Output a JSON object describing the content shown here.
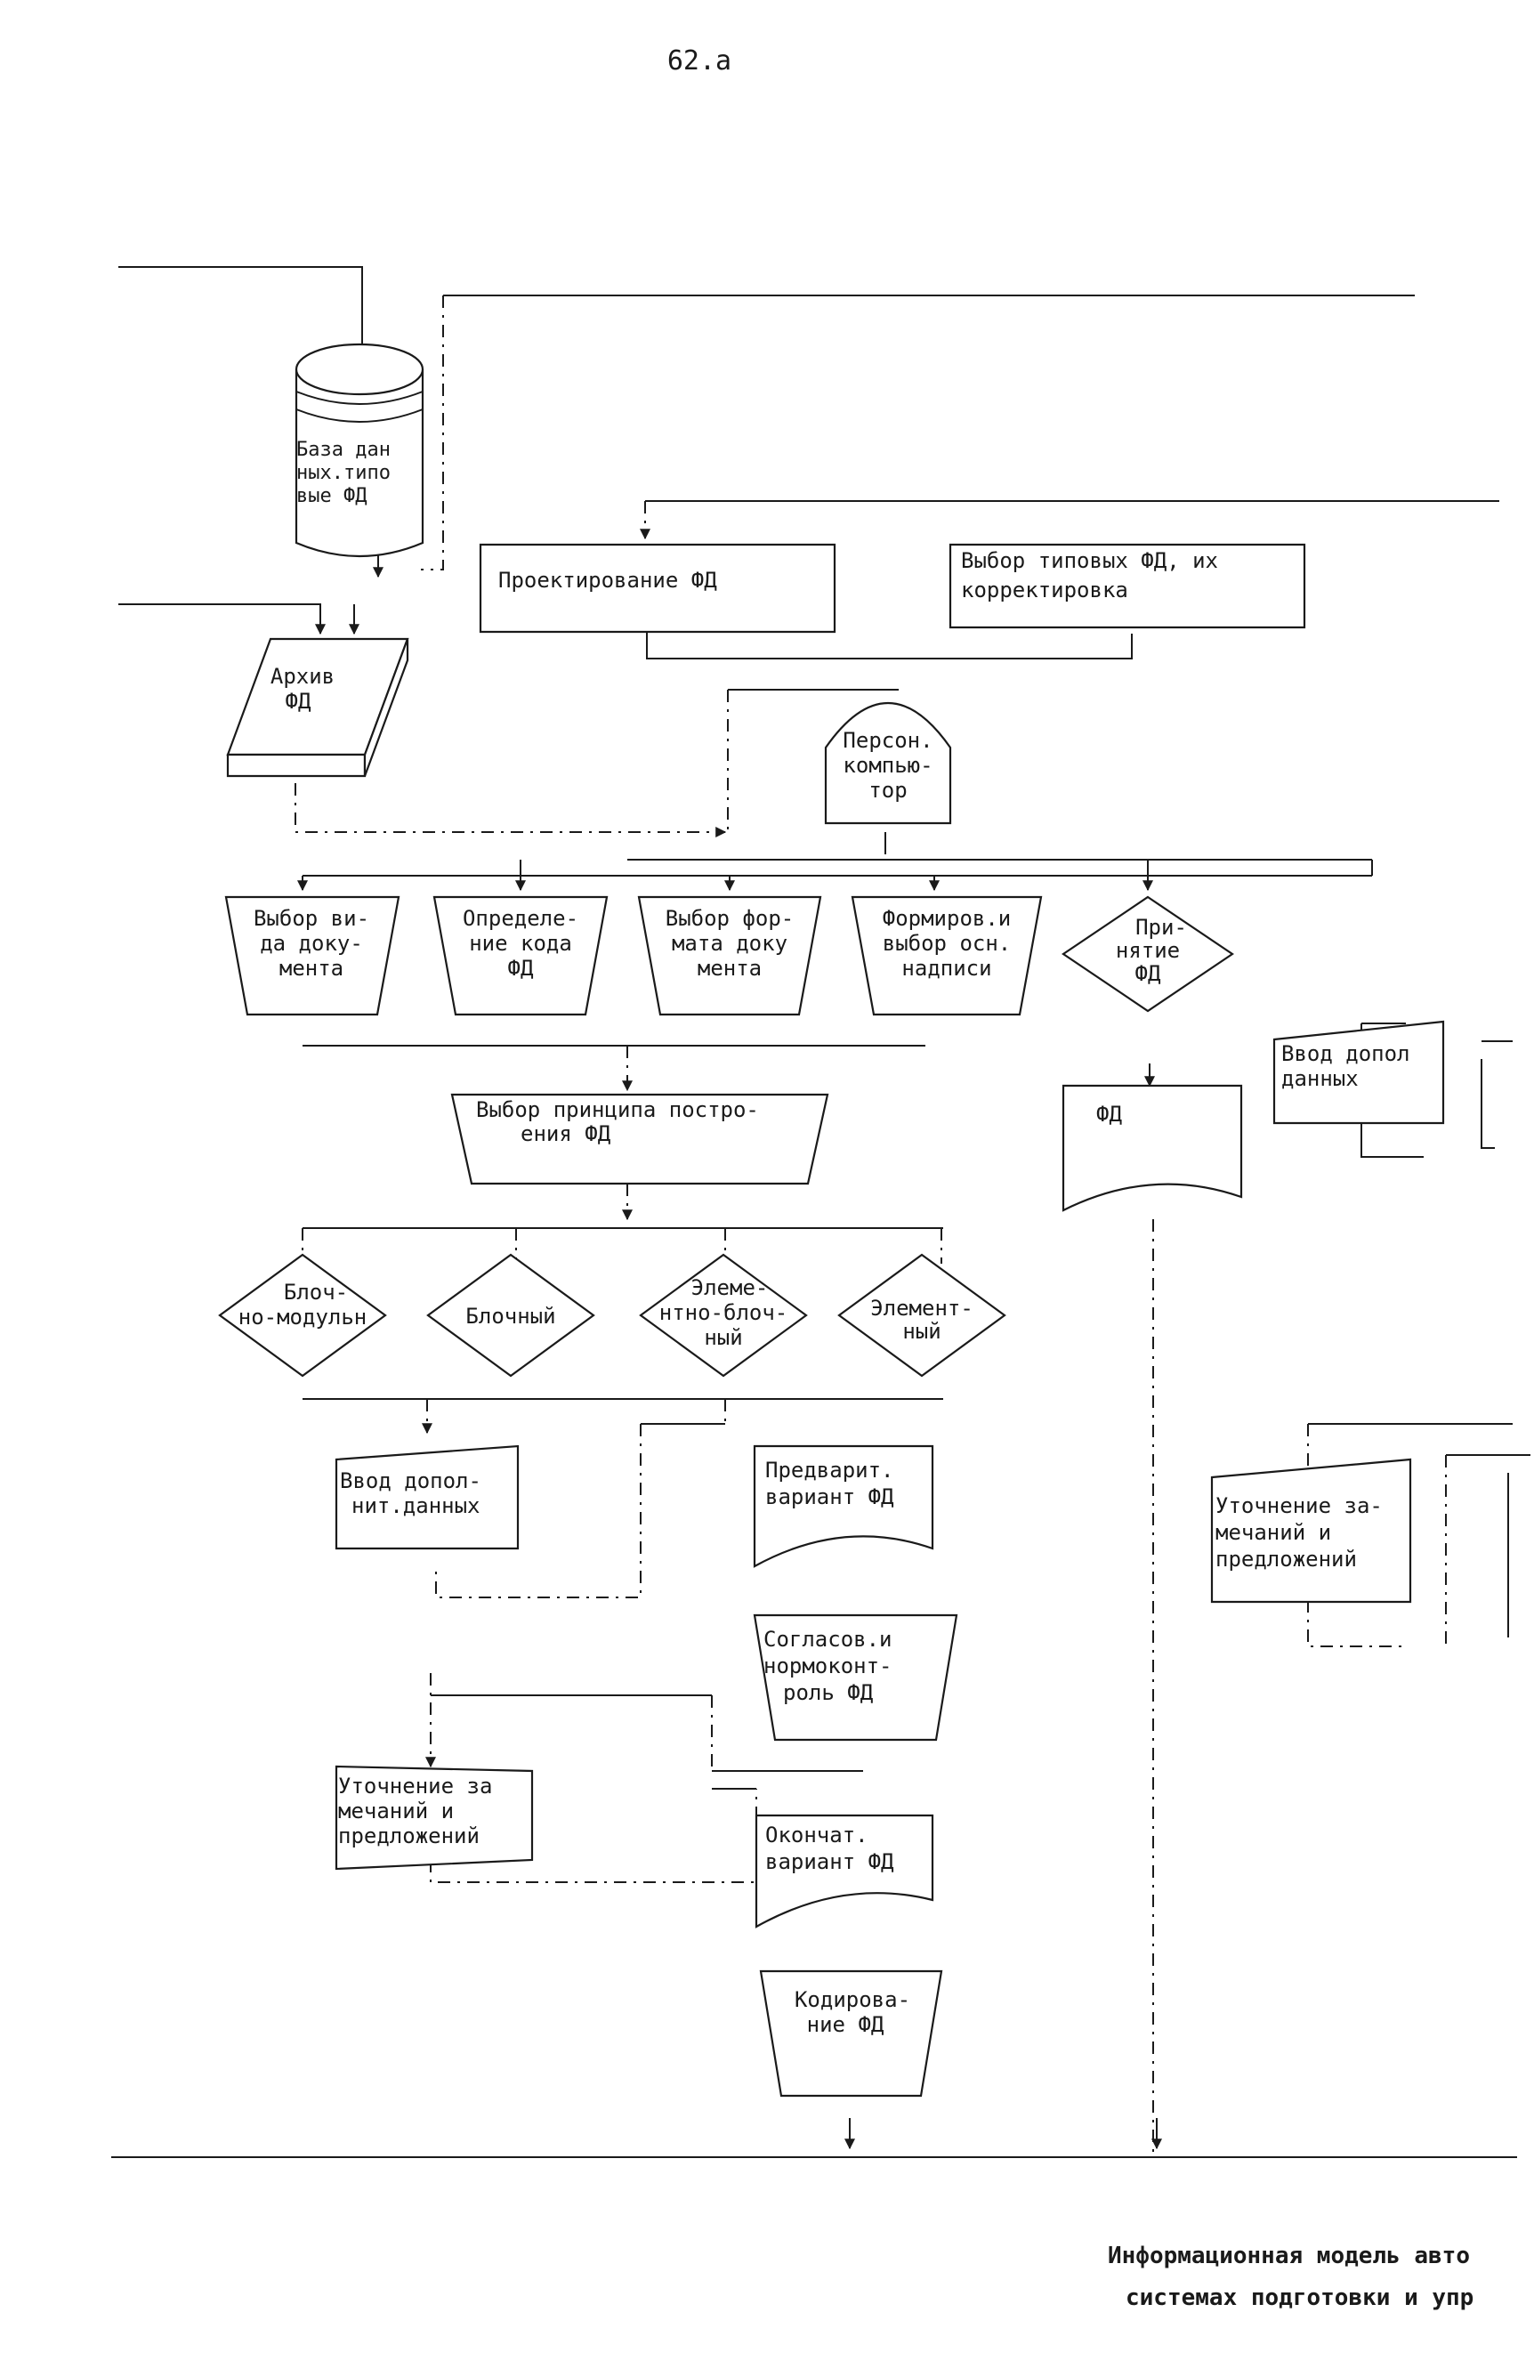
{
  "page_number": "62.а",
  "nodes": {
    "database": [
      "База дан",
      "ных.типо",
      "вые ФД"
    ],
    "design": [
      "Проектирование ФД"
    ],
    "choose_typical": [
      "Выбор типовых ФД, их",
      "корректировка"
    ],
    "archive": [
      "Архив",
      "ФД"
    ],
    "pc": [
      "Персон.",
      "компью-",
      "тор"
    ],
    "choose_doc_type": [
      "Выбор ви-",
      "да докy-",
      "мента"
    ],
    "code_def": [
      "Определе-",
      "ние кода",
      "ФД"
    ],
    "choose_format": [
      "Выбор фор-",
      "мата доку",
      "мента"
    ],
    "main_inscription": [
      "Формиров.и",
      "выбор осн.",
      "надписи"
    ],
    "accept": [
      "При-",
      "нятие",
      "ФД"
    ],
    "input_add_right": [
      "Ввод допол",
      "данных"
    ],
    "fd_doc": [
      "ФД"
    ],
    "principle": [
      "Выбор принципа постро-",
      "ения ФД"
    ],
    "block_modular": [
      "Блоч-",
      "но-модульн"
    ],
    "block": [
      "Блочный"
    ],
    "element_block": [
      "Элеме-",
      "нтно-блоч-",
      "ный"
    ],
    "element": [
      "Элемент-",
      "ный"
    ],
    "input_add_left": [
      "Ввод допол-",
      "нит.данных"
    ],
    "prelim": [
      "Предварит.",
      "вариант ФД"
    ],
    "approval": [
      "Согласов.и",
      "нормоконт-",
      "роль ФД"
    ],
    "refine_left": [
      "Уточнение за",
      "мечаний и",
      "предложений"
    ],
    "final": [
      "Окончат.",
      "вариант ФД"
    ],
    "coding": [
      "Кодирова-",
      "ние ФД"
    ],
    "refine_right": [
      "Уточнение за-",
      "мечаний и",
      "предложений"
    ]
  },
  "caption": [
    "Информационная модель авто",
    "системах подготовки и упр"
  ]
}
